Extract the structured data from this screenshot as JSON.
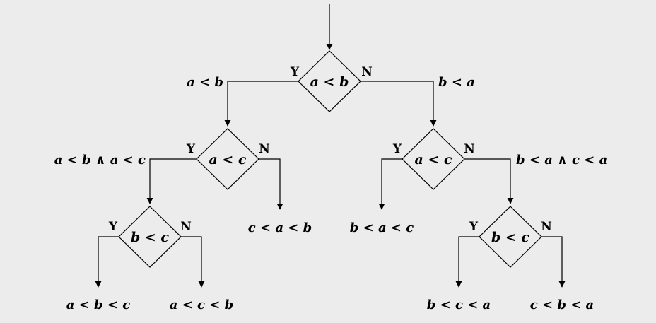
{
  "nodes": {
    "root": {
      "condition": "a < b",
      "yes": "Y",
      "no": "N"
    },
    "left": {
      "condition": "a < c",
      "yes": "Y",
      "no": "N"
    },
    "right": {
      "condition": "a < c",
      "yes": "Y",
      "no": "N"
    },
    "leftleft": {
      "condition": "b < c",
      "yes": "Y",
      "no": "N"
    },
    "rightright": {
      "condition": "b < c",
      "yes": "Y",
      "no": "N"
    }
  },
  "edge_labels": {
    "root_yes": "a < b",
    "root_no": "b < a",
    "left_yes": "a < b ∧ a < c",
    "right_no": "b < a ∧ c < a"
  },
  "results": {
    "left_no": "c < a < b",
    "right_yes": "b < a < c",
    "leftleft_yes": "a < b < c",
    "leftleft_no": "a < c < b",
    "rightright_yes": "b < c < a",
    "rightright_no": "c < b < a"
  }
}
